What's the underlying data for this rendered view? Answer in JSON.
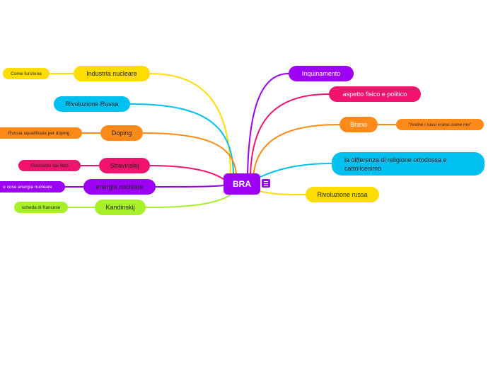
{
  "root": {
    "label": "BRA",
    "color": "#9b00f2"
  },
  "left_branches": [
    {
      "label": "Industria nucleare",
      "color": "#ffdd00",
      "child": {
        "label": "Come funziona",
        "color": "#ffdd00"
      }
    },
    {
      "label": "Rivoluzione Russa",
      "color": "#00c0f0",
      "child": null
    },
    {
      "label": "Doping",
      "color": "#ff8a1a",
      "child": {
        "label": "Russia squalificata per doping",
        "color": "#ff8a1a"
      }
    },
    {
      "label": "Stravinskij",
      "color": "#f0146e",
      "child": {
        "label": "Riassunto dal libro",
        "color": "#f0146e"
      }
    },
    {
      "label": "energia nucleare",
      "color": "#9b00f2",
      "child": {
        "label": "e cose energia nucleare",
        "color": "#9b00f2"
      }
    },
    {
      "label": "Kandinskij",
      "color": "#a8f02a",
      "child": {
        "label": "scheda di francese",
        "color": "#a8f02a"
      }
    }
  ],
  "right_branches": [
    {
      "label": "Inquinamento",
      "color": "#9b00f2",
      "child": null
    },
    {
      "label": "aspetto fisico e politico",
      "color": "#f0146e",
      "child": null
    },
    {
      "label": "Brano",
      "color": "#ff8a1a",
      "child": {
        "label": "\"Anche i russi erano come me\"",
        "color": "#ff8a1a"
      }
    },
    {
      "label": "la differenza di religione ortodossa e cattolicesimo",
      "color": "#00c0f0",
      "child": null
    },
    {
      "label": "Rivoluzione russa",
      "color": "#ffdd00",
      "child": null
    }
  ]
}
